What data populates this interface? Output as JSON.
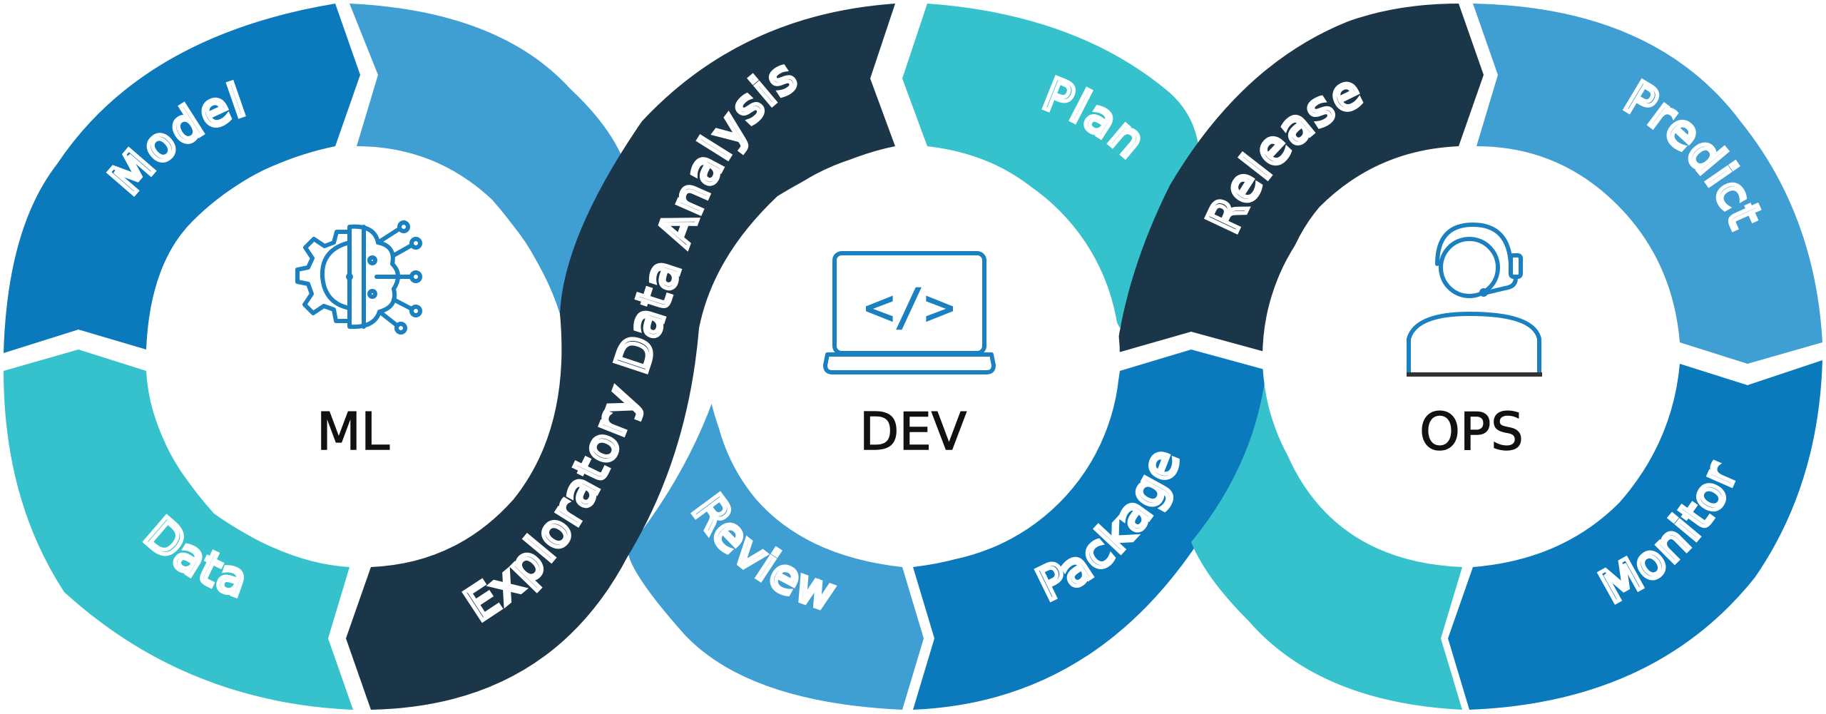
{
  "colors": {
    "teal": "#36c2cc",
    "light_blue": "#3f9ed2",
    "blue": "#0a7abc",
    "navy": "#1b3649",
    "hub_fill": "#ffffff",
    "icon_stroke": "#1a80bf",
    "label_stroke": "#ffffff",
    "hub_text": "#111111"
  },
  "hubs": [
    {
      "label": "ML",
      "icon": "ai-brain-gear-icon"
    },
    {
      "label": "DEV",
      "icon": "laptop-code-icon"
    },
    {
      "label": "OPS",
      "icon": "support-agent-headset-icon"
    }
  ],
  "cycles": {
    "ml": {
      "labels": {
        "model": "Model",
        "data": "Data"
      }
    },
    "dev": {
      "labels": {
        "plan": "Plan",
        "package": "Package",
        "review": "Review"
      }
    },
    "ops": {
      "labels": {
        "release": "Release",
        "predict": "Predict",
        "monitor": "Monitor"
      }
    }
  },
  "bridge": {
    "label": "Exploratory Data Analysis"
  },
  "code_glyph": "</>"
}
